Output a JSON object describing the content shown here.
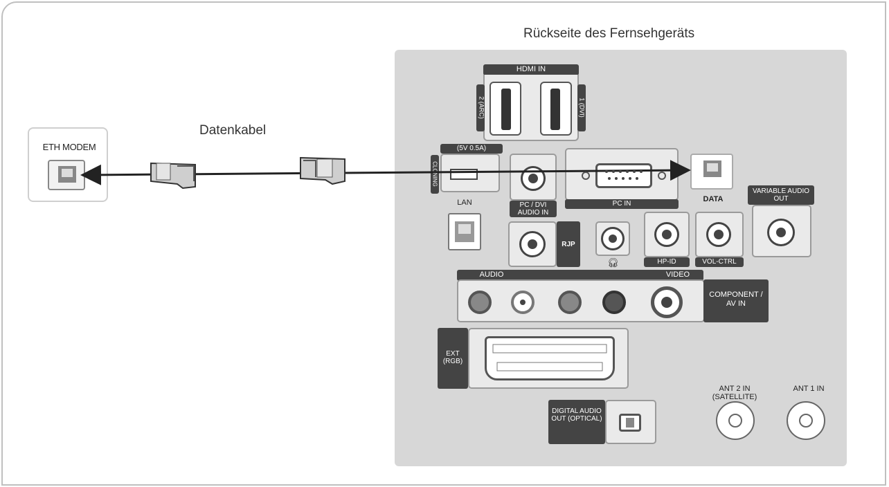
{
  "title": "Rückseite des Fernsehgeräts",
  "cable_label": "Datenkabel",
  "modem": {
    "label": "ETH MODEM",
    "icon": "ethernet-jack-icon"
  },
  "ports": {
    "hdmi_in": "HDMI IN",
    "hdmi_2": "2 (ARC)",
    "hdmi_1": "1 (DVI)",
    "usb": "(5V 0.5A)",
    "clone": "CLONING",
    "lan": "LAN",
    "pc_dvi_audio_in": "PC / DVI AUDIO IN",
    "pc_in": "PC IN",
    "data": "DATA",
    "variable_audio_out": "VARIABLE AUDIO OUT",
    "rjp": "RJP",
    "hp_id": "HP-ID",
    "vol_ctrl": "VOL-CTRL",
    "audio": "AUDIO",
    "video": "VIDEO",
    "component_av_in": "COMPONENT / AV IN",
    "ext_rgb": "EXT (RGB)",
    "digital_audio_out": "DIGITAL AUDIO OUT (OPTICAL)",
    "ant2": "ANT 2 IN (SATELLITE)",
    "ant1": "ANT 1 IN"
  },
  "colors": {
    "panel": "#d7d7d7",
    "dark": "#444444",
    "frame": "#bfbfbf"
  }
}
